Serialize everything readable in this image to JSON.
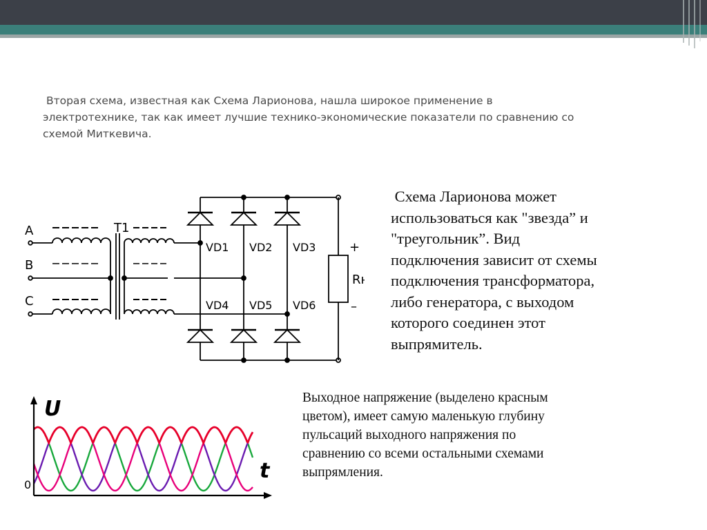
{
  "slide": {
    "intro": " Вторая схема, известная как Схема Ларионова, нашла широкое применение в\nэлектротехнике, так как имеет лучшие технико-экономические показатели по сравнению со\nсхемой Миткевича.",
    "description": " Схема Ларионова может\nиспользоваться как \"звезда” и\n\"треугольник”. Вид\nподключения зависит от схемы\nподключения трансформатора,\nлибо генератора, с выходом\nкоторого соединен этот\nвыпрямитель.",
    "note": "Выходное напряжение (выделено красным\nцветом), имеет самую маленькую глубину\nпульсаций выходного напряжения по\nсравнению со всеми остальными схемами\nвыпрямления."
  },
  "circuit": {
    "phases": [
      "A",
      "B",
      "C"
    ],
    "transformer": "T1",
    "diodes": [
      "VD1",
      "VD2",
      "VD3",
      "VD4",
      "VD5",
      "VD6"
    ],
    "load": "Rн",
    "plus": "+",
    "minus": "–"
  },
  "waveform": {
    "y_label": "U",
    "x_label": "t",
    "origin": "0",
    "colors": {
      "output": "#e8002a",
      "phase_a": "#18a83c",
      "phase_b": "#6a1bb0",
      "phase_c": "#e8007a"
    }
  },
  "theme": {
    "header": "#3c4048",
    "accent": "#3b7f7a"
  }
}
